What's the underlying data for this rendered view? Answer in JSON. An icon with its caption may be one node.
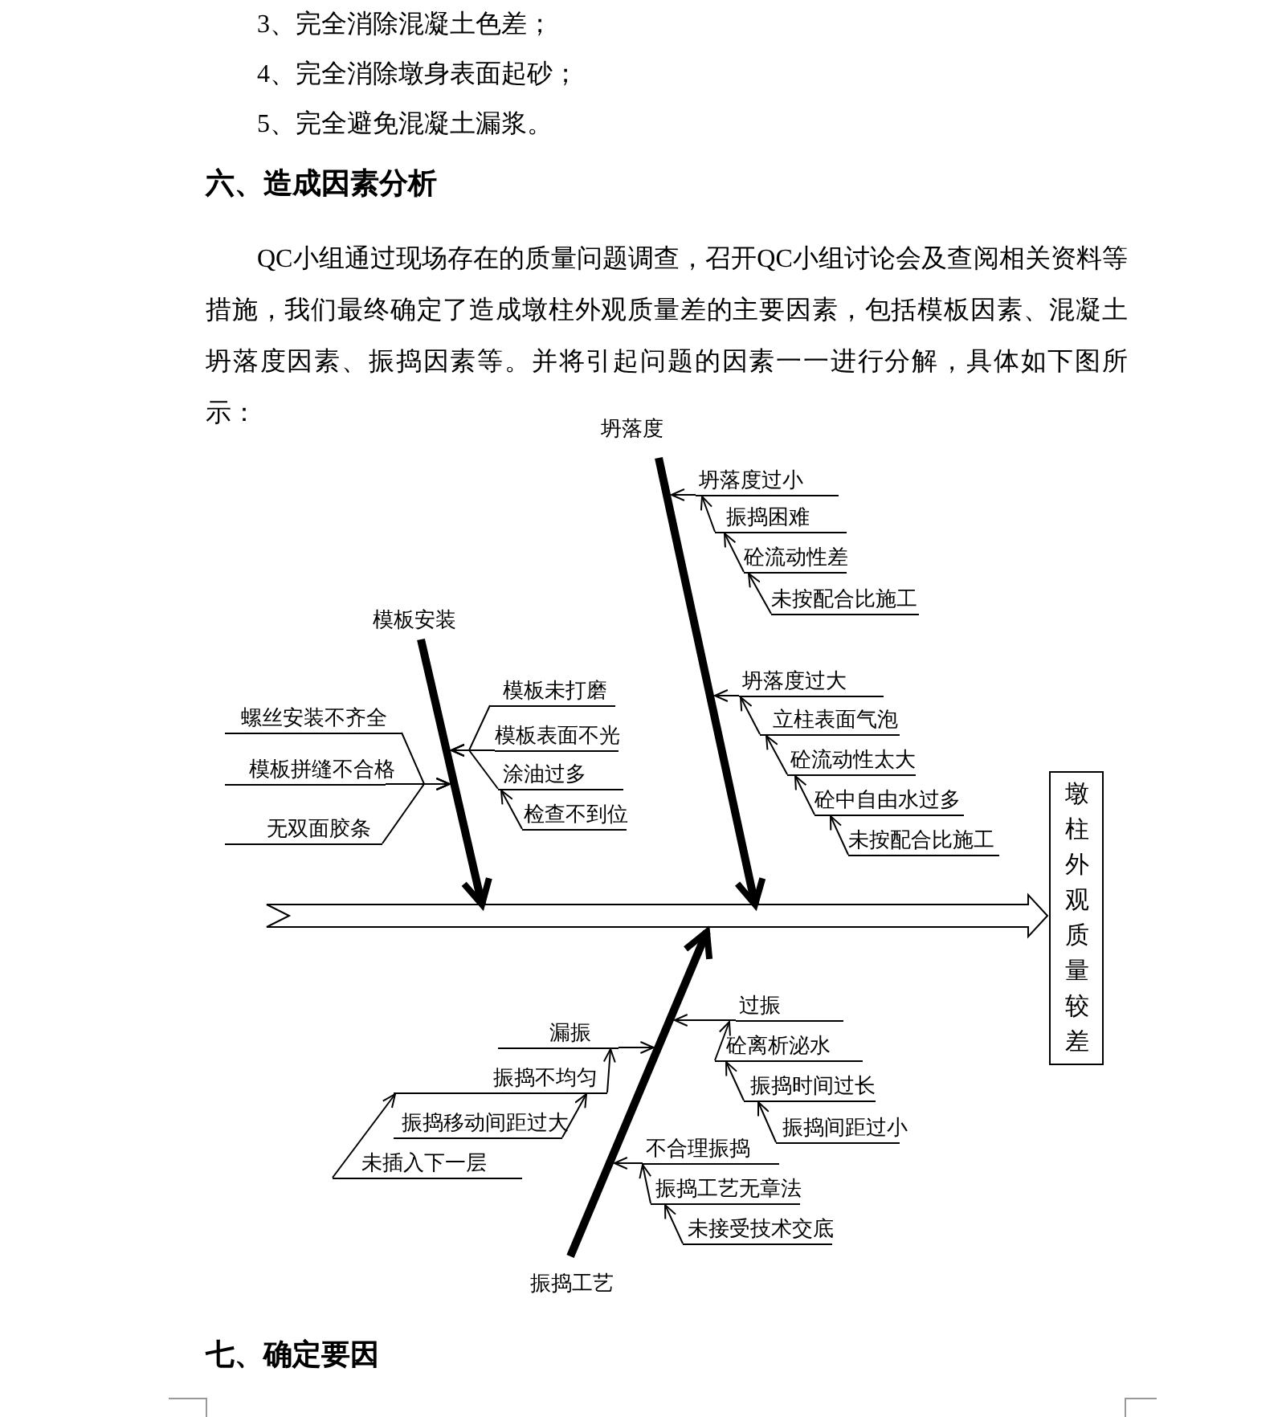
{
  "diagram": {
    "nodes": [
      {
        "text": [
          "墩柱外观质量较差"
        ]
      },
      {
        "text": [
          "坍落度"
        ]
      },
      {
        "text": [
          "坍落度过小"
        ]
      },
      {
        "text": [
          "振捣困难"
        ]
      },
      {
        "text": [
          "砼流动性差"
        ]
      },
      {
        "text": [
          "未按配合比施工"
        ]
      },
      {
        "text": [
          "坍落度过大"
        ]
      },
      {
        "text": [
          "立柱表面气泡"
        ]
      },
      {
        "text": [
          "砼流动性太大"
        ]
      },
      {
        "text": [
          "砼中自由水过多"
        ]
      },
      {
        "text": [
          "未按配合比施工"
        ]
      },
      {
        "text": [
          "模板安装"
        ]
      },
      {
        "text": [
          "螺丝安装不齐全"
        ]
      },
      {
        "text": [
          "模板拼缝不合格"
        ]
      },
      {
        "text": [
          "无双面胶条"
        ]
      },
      {
        "text": [
          "模板未打磨"
        ]
      },
      {
        "text": [
          "模板表面不光"
        ]
      },
      {
        "text": [
          "涂油过多"
        ]
      },
      {
        "text": [
          "检查不到位"
        ]
      },
      {
        "text": [
          "振捣工艺"
        ]
      },
      {
        "text": [
          "漏振"
        ]
      },
      {
        "text": [
          "振捣不均匀"
        ]
      },
      {
        "text": [
          "振捣移动间距过大"
        ]
      },
      {
        "text": [
          "未插入下一层"
        ]
      },
      {
        "text": [
          "过振"
        ]
      },
      {
        "text": [
          "砼离析泌水"
        ]
      },
      {
        "text": [
          "振捣时间过长"
        ]
      },
      {
        "text": [
          "振捣间距过小"
        ]
      },
      {
        "text": [
          "不合理振捣"
        ]
      },
      {
        "text": [
          "振捣工艺无章法"
        ]
      },
      {
        "text": [
          "未接受技术交底"
        ]
      }
    ],
    "edges": [
      {
        "from": null,
        "to": 0,
        "arrow": "to"
      },
      {
        "from": 1,
        "to": null,
        "arrow": "to",
        "style": "thick"
      },
      {
        "from": 11,
        "to": null,
        "arrow": "to",
        "style": "thick"
      },
      {
        "from": 19,
        "to": null,
        "arrow": "to",
        "style": "thick"
      },
      {
        "from": 2,
        "to": null,
        "arrow": "to"
      },
      {
        "from": 3,
        "to": 2,
        "arrow": "to"
      },
      {
        "from": 4,
        "to": 3,
        "arrow": "to"
      },
      {
        "from": 5,
        "to": 4,
        "arrow": "to"
      },
      {
        "from": 6,
        "to": null,
        "arrow": "to"
      },
      {
        "from": 7,
        "to": 6,
        "arrow": "to"
      },
      {
        "from": 8,
        "to": 7,
        "arrow": "to"
      },
      {
        "from": 9,
        "to": 8,
        "arrow": "to"
      },
      {
        "from": 10,
        "to": 9,
        "arrow": "to"
      },
      {
        "from": 12,
        "to": null,
        "arrow": "to"
      },
      {
        "from": 13,
        "to": null,
        "arrow": "to"
      },
      {
        "from": 14,
        "to": null,
        "arrow": "to"
      },
      {
        "from": 15,
        "to": null,
        "arrow": "to"
      },
      {
        "from": 16,
        "to": null,
        "arrow": "to"
      },
      {
        "from": 17,
        "to": null,
        "arrow": "to"
      },
      {
        "from": 18,
        "to": 17,
        "arrow": "to"
      },
      {
        "from": 20,
        "to": null,
        "arrow": "to"
      },
      {
        "from": 21,
        "to": 20,
        "arrow": "to"
      },
      {
        "from": 22,
        "to": 21,
        "arrow": "to"
      },
      {
        "from": 23,
        "to": 21,
        "arrow": "to"
      },
      {
        "from": 24,
        "to": null,
        "arrow": "to"
      },
      {
        "from": 25,
        "to": 24,
        "arrow": "to"
      },
      {
        "from": 26,
        "to": 25,
        "arrow": "to"
      },
      {
        "from": 27,
        "to": 26,
        "arrow": "to"
      },
      {
        "from": 28,
        "to": null,
        "arrow": "to"
      },
      {
        "from": 29,
        "to": 28,
        "arrow": "to"
      },
      {
        "from": 30,
        "to": 29,
        "arrow": "to"
      }
    ],
    "labels": [
      "3、完全消除混凝土色差；",
      "4、完全消除墩身表面起砂；",
      "5、完全避免混凝土漏浆。",
      "六、造成因素分析",
      "QC小组通过现场存在的质量问题调查，召开QC小组讨论会及查阅相关资料等措施，我们最终确定了造成墩柱外观质量差的主要因素，包括模板因素、混凝土坍落度因素、振捣因素等。并将引起问题的因素一一进行分解，具体如下图所示：",
      "七、确定要因"
    ]
  }
}
